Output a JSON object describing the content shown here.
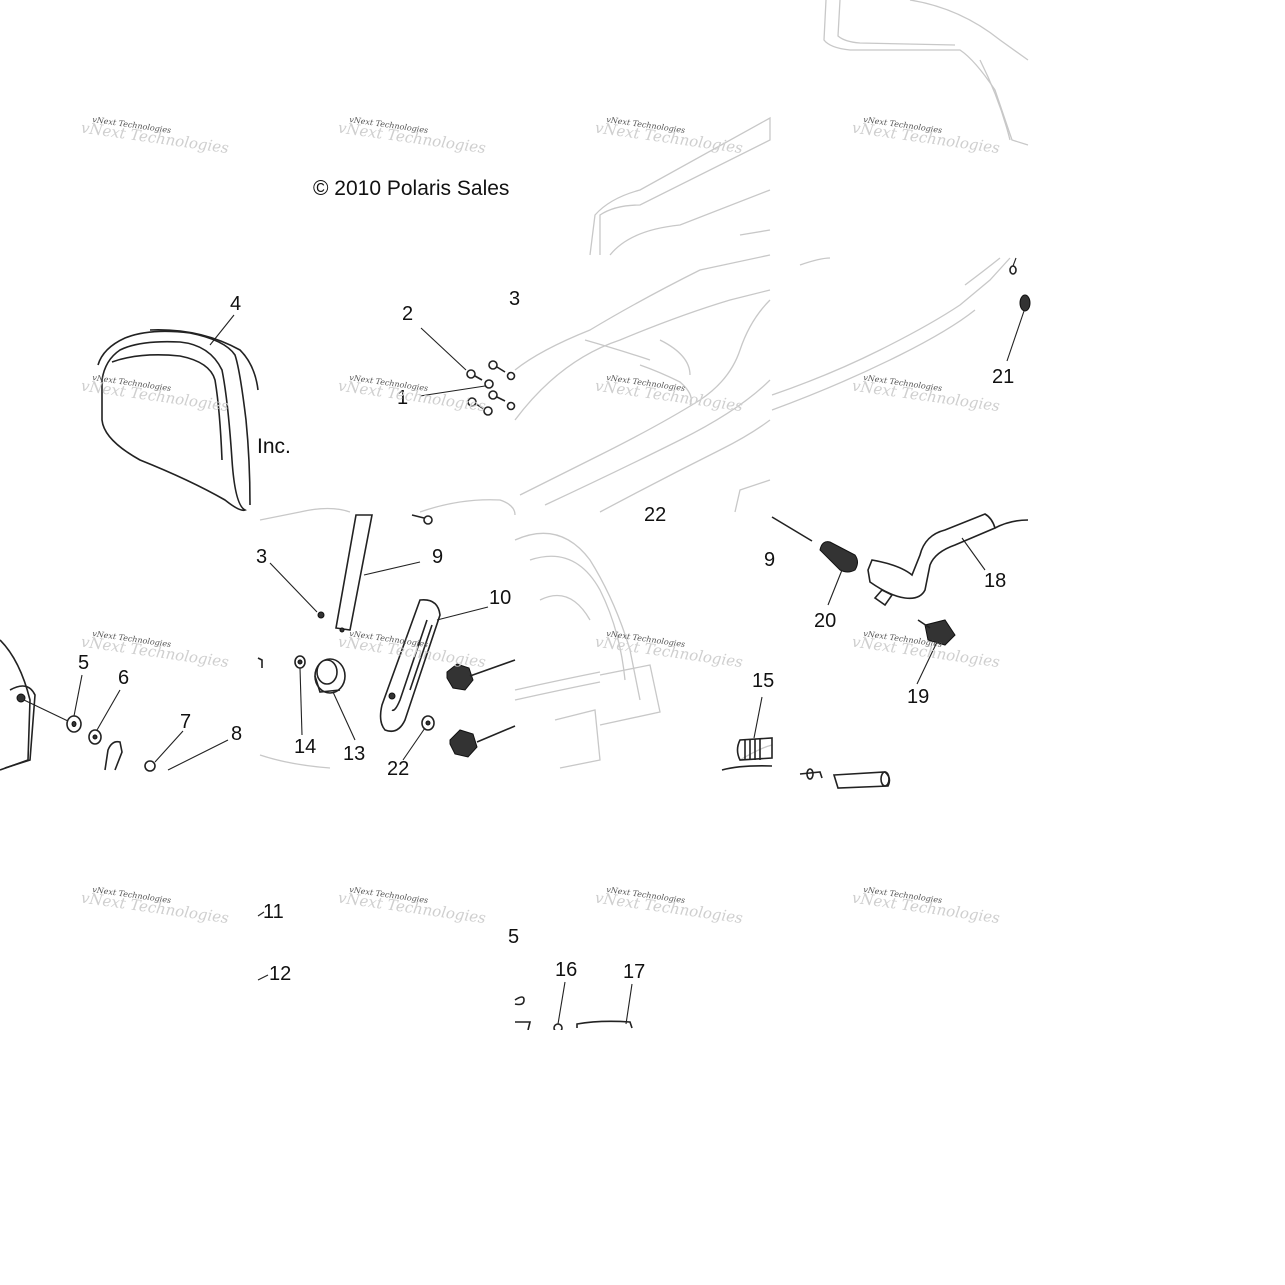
{
  "copyright_left": "© 2010 Polaris Sales",
  "copyright_right": "Inc.",
  "watermark_text": "vNext Technologies",
  "callouts": [
    {
      "id": "c1",
      "label": "1"
    },
    {
      "id": "c2",
      "label": "2"
    },
    {
      "id": "c3a",
      "label": "3"
    },
    {
      "id": "c3b",
      "label": "3"
    },
    {
      "id": "c4",
      "label": "4"
    },
    {
      "id": "c5",
      "label": "5"
    },
    {
      "id": "c5b",
      "label": "5"
    },
    {
      "id": "c6",
      "label": "6"
    },
    {
      "id": "c7",
      "label": "7"
    },
    {
      "id": "c8",
      "label": "8"
    },
    {
      "id": "c9",
      "label": "9"
    },
    {
      "id": "c10",
      "label": "10"
    },
    {
      "id": "c11",
      "label": "11"
    },
    {
      "id": "c12",
      "label": "12"
    },
    {
      "id": "c13",
      "label": "13"
    },
    {
      "id": "c14",
      "label": "14"
    },
    {
      "id": "c15",
      "label": "15"
    },
    {
      "id": "c16",
      "label": "16"
    },
    {
      "id": "c17",
      "label": "17"
    },
    {
      "id": "c18",
      "label": "18"
    },
    {
      "id": "c19",
      "label": "19"
    },
    {
      "id": "c20",
      "label": "20"
    },
    {
      "id": "c21",
      "label": "21"
    },
    {
      "id": "c22a",
      "label": "22"
    },
    {
      "id": "c22b",
      "label": "22"
    },
    {
      "id": "c9b",
      "label": "9"
    }
  ]
}
